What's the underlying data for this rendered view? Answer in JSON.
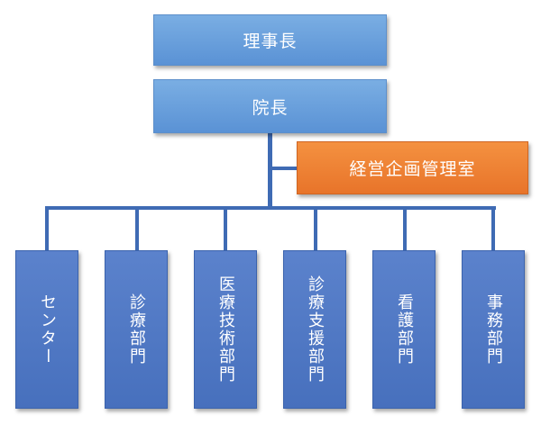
{
  "chairman": {
    "label": "理事長"
  },
  "director": {
    "label": "院長"
  },
  "management_office": {
    "label": "経営企画管理室"
  },
  "departments": [
    {
      "label": "センター"
    },
    {
      "label": "診療部門"
    },
    {
      "label": "医療技術部門"
    },
    {
      "label": "診療支援部門"
    },
    {
      "label": "看護部門"
    },
    {
      "label": "事務部門"
    }
  ],
  "colors": {
    "top_box": "#5b95d8",
    "office_box": "#ee7f31",
    "dept_box": "#4f77c4",
    "connector": "#3f6bb4"
  }
}
